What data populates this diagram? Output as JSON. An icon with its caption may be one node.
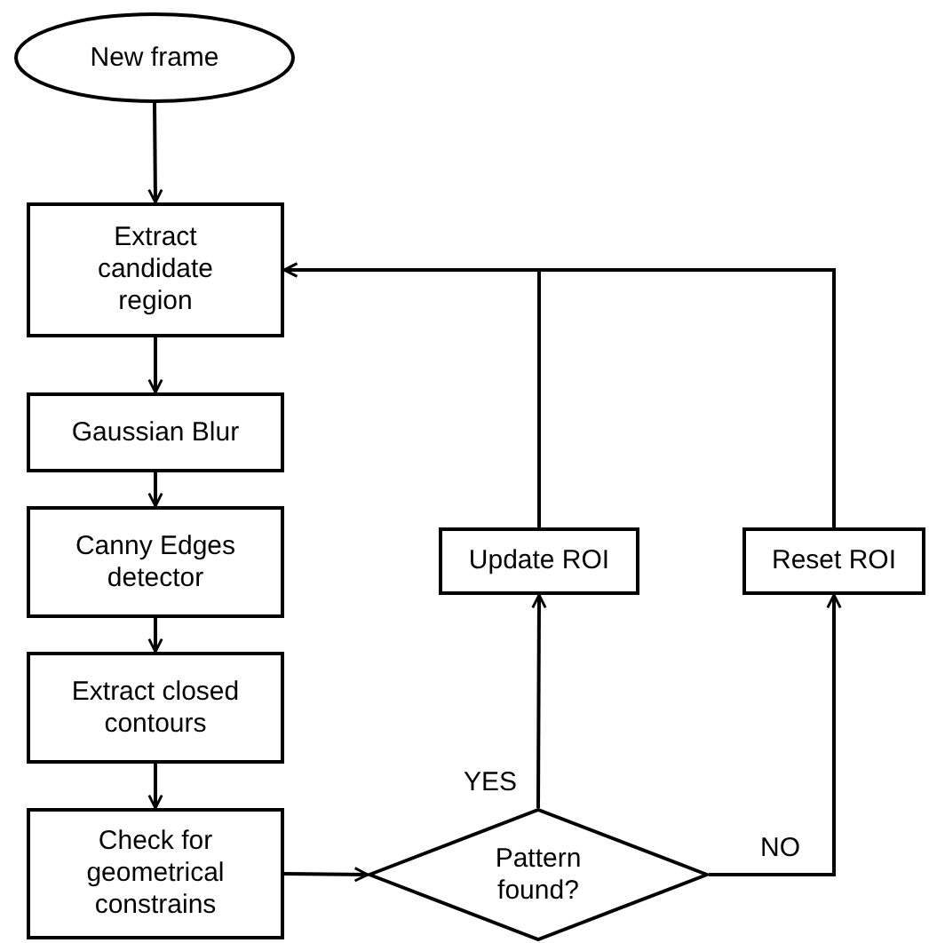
{
  "diagram": {
    "nodes": [
      {
        "text": [
          "New frame"
        ]
      },
      {
        "text": [
          "Extract candidate region"
        ]
      },
      {
        "text": [
          "Gaussian Blur"
        ]
      },
      {
        "text": [
          "Canny Edges detector"
        ]
      },
      {
        "text": [
          "Extract closed contours"
        ]
      },
      {
        "text": [
          "Check for geometrical constrains"
        ]
      },
      {
        "text": [
          "Pattern found?"
        ]
      },
      {
        "text": [
          "Update ROI"
        ]
      },
      {
        "text": [
          "Reset ROI"
        ]
      }
    ],
    "edges": [
      {
        "from": 0,
        "to": 1,
        "arrow": "to"
      },
      {
        "from": 1,
        "to": 2,
        "arrow": "to"
      },
      {
        "from": 2,
        "to": 3,
        "arrow": "to"
      },
      {
        "from": 3,
        "to": 4,
        "arrow": "to"
      },
      {
        "from": 4,
        "to": 5,
        "arrow": "to"
      },
      {
        "from": 5,
        "to": 6,
        "arrow": "to"
      },
      {
        "from": 6,
        "to": 7,
        "label": "YES",
        "arrow": "to"
      },
      {
        "from": 6,
        "to": 8,
        "label": "NO",
        "arrow": "to"
      },
      {
        "from": 7,
        "to": 1,
        "arrow": "to"
      },
      {
        "from": 8,
        "to": 1,
        "arrow": "to"
      }
    ]
  }
}
